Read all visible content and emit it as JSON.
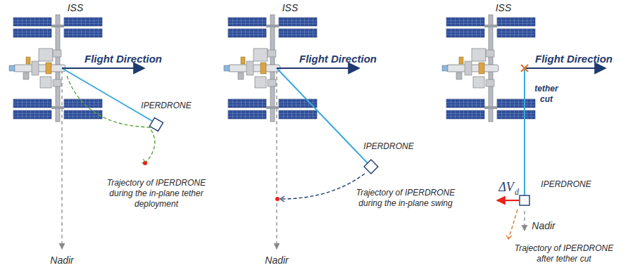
{
  "diagram": {
    "labels": [
      "ISS",
      "Flight Direction",
      "IPERDRONE",
      "Trajectory of IPERDRONE during the in-plane tether deployment",
      "Nadir",
      "ISS",
      "Flight Direction",
      "IPERDRONE",
      "Trajectory of IPERDRONE during the in-plane swing",
      "Nadir",
      "ISS",
      "Flight Direction",
      "tether cut",
      "ΔV",
      "d",
      "IPERDRONE",
      "Nadir",
      "Trajectory of IPERDRONE after tether cut"
    ]
  }
}
